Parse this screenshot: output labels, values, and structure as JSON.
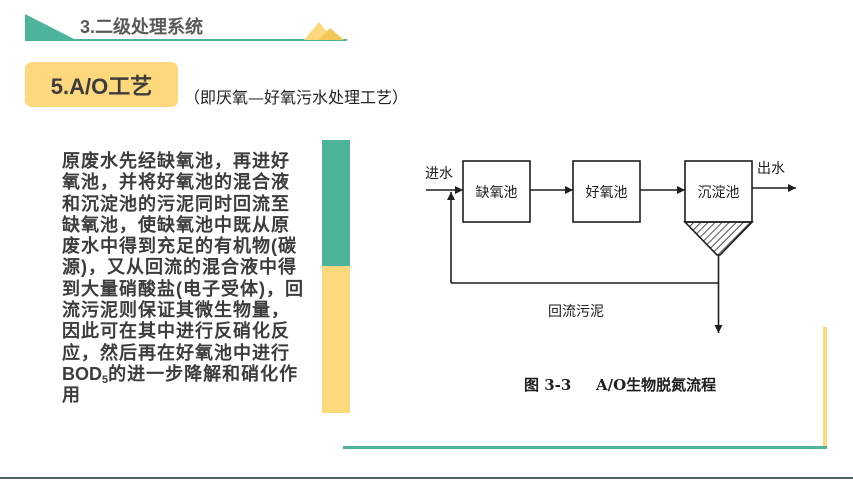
{
  "header": {
    "section_title": "3.二级处理系统"
  },
  "title_box": {
    "label": "5.A/O工艺"
  },
  "subtitle": "（即厌氧—好氧污水处理工艺）",
  "body": {
    "lines": [
      "原废水先经缺氧池，再进好",
      "氧池，并将好氧池的混合液",
      "和沉淀池的污泥同时回流至",
      "缺氧池，使缺氧池中既从原",
      "废水中得到充足的有机物(碳",
      "源)，又从回流的混合液中得",
      "到大量硝酸盐(电子受体)，回",
      "流污泥则保证其微生物量，",
      "因此可在其中进行反硝化反",
      "应，然后再在好氧池中进行"
    ],
    "bod_line": {
      "prefix": "BOD",
      "subscript": "5",
      "suffix": "的进一步降解和硝化作"
    },
    "last_line": "用"
  },
  "diagram": {
    "inlet_label": "进水",
    "outlet_label": "出水",
    "tanks": {
      "anoxic": "缺氧池",
      "aerobic": "好氧池",
      "clarifier": "沉淀池"
    },
    "return_label": "回流污泥",
    "caption": {
      "figure_number": "图 3-3",
      "title": "A/O生物脱氮流程"
    }
  },
  "colors": {
    "teal": "#4db39b",
    "yellow": "#fdd87c",
    "text": "#3c3c3c",
    "header_text": "#595959"
  }
}
